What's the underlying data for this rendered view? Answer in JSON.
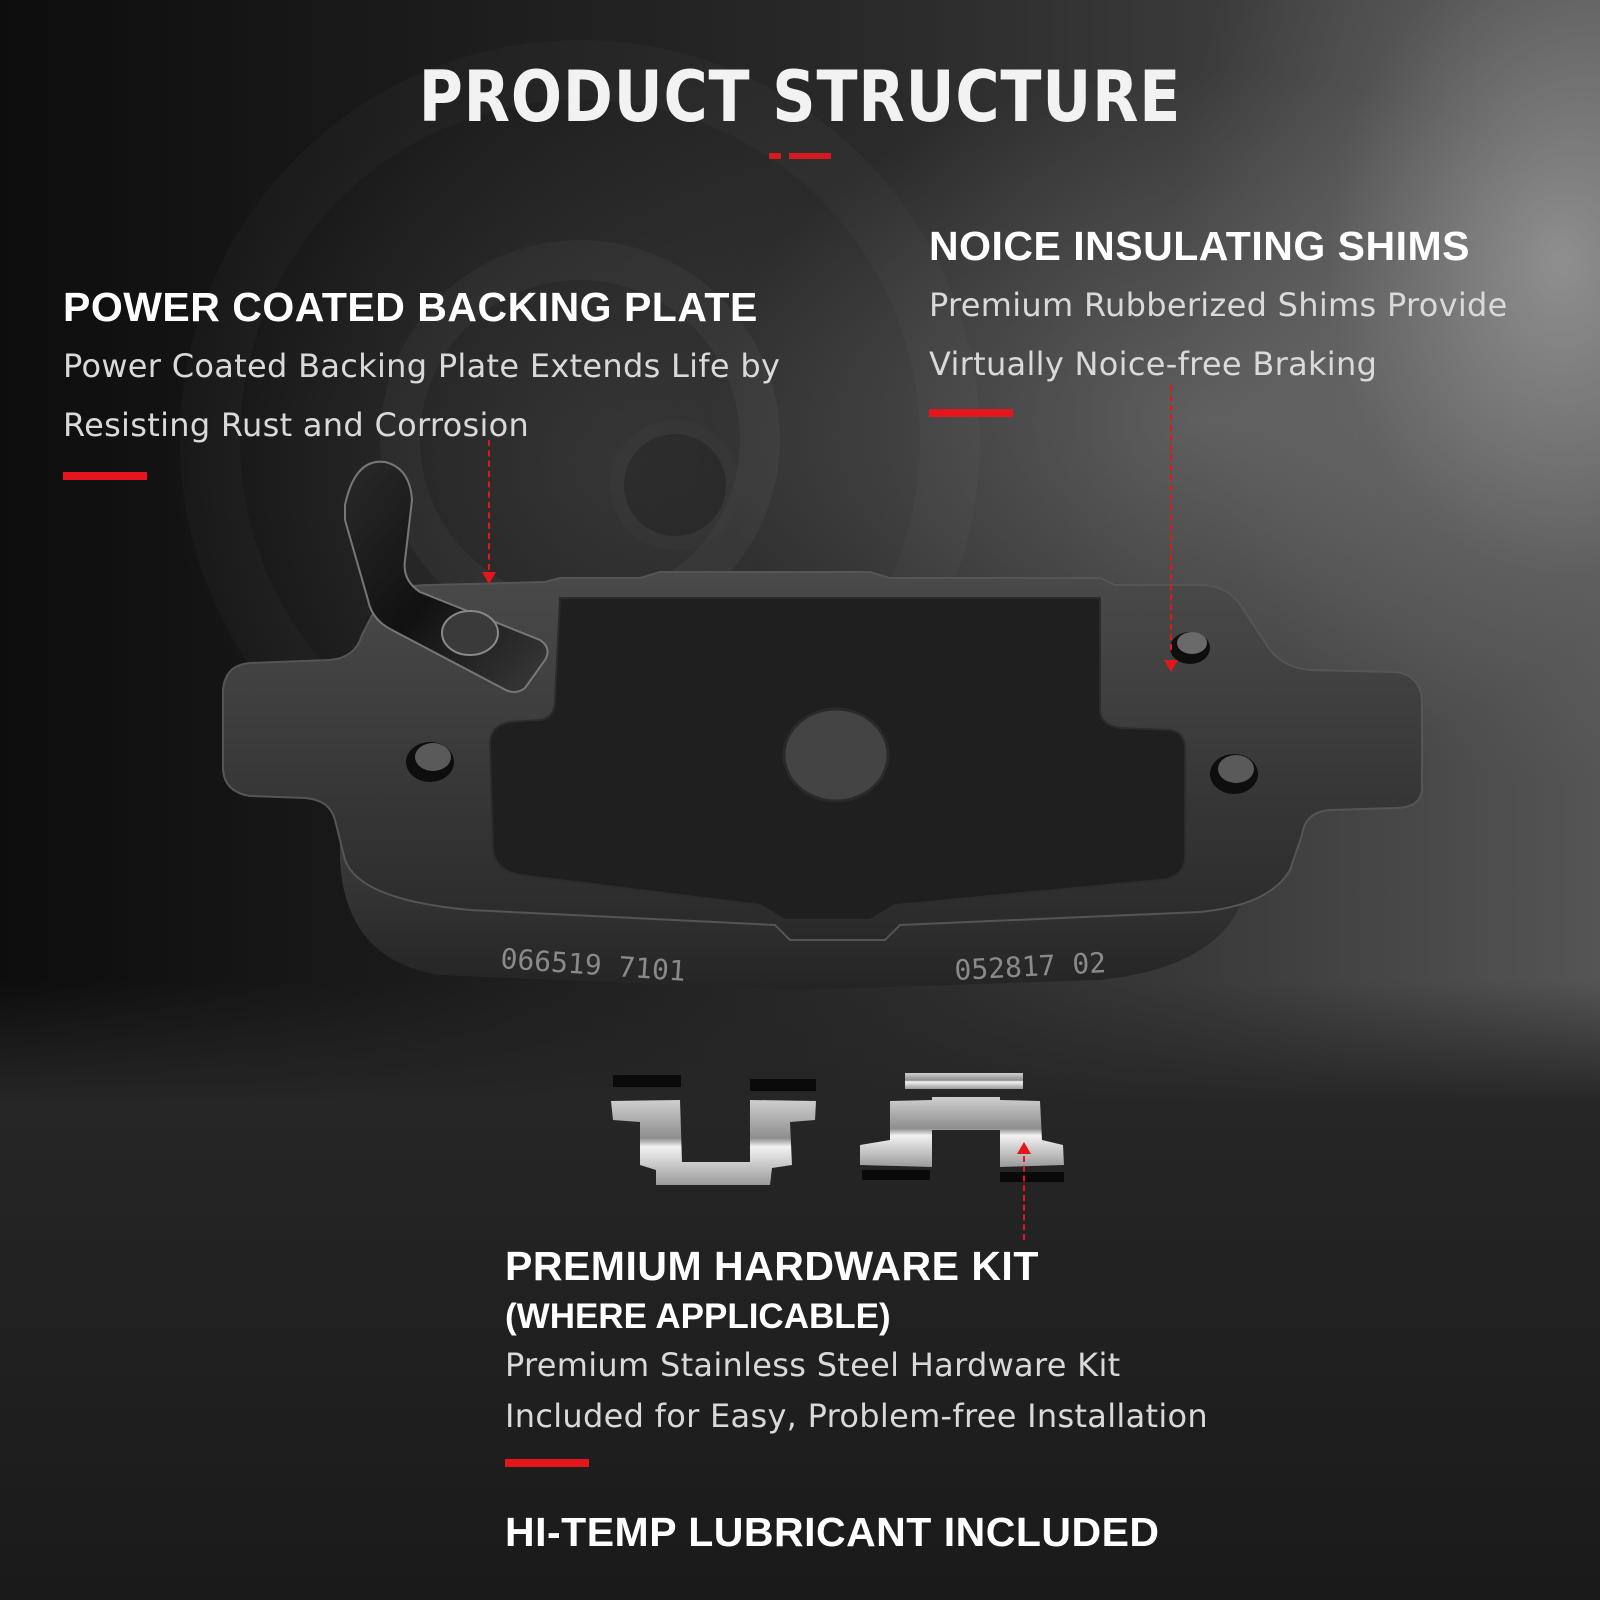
{
  "header": {
    "title": "PRODUCT STRUCTURE"
  },
  "features": {
    "backing_plate": {
      "title": "POWER COATED BACKING PLATE",
      "description_line1": "Power Coated Backing Plate Extends Life by",
      "description_line2": "Resisting Rust and Corrosion"
    },
    "shims": {
      "title": "NOICE INSULATING SHIMS",
      "description_line1": "Premium Rubberized Shims Provide",
      "description_line2": "Virtually Noice-free Braking"
    },
    "hardware_kit": {
      "title": "PREMIUM HARDWARE KIT",
      "subtitle": "(WHERE APPLICABLE)",
      "description_line1": "Premium Stainless Steel Hardware Kit",
      "description_line2": "Included for Easy, Problem-free Installation"
    },
    "lubricant": {
      "title": "HI-TEMP LUBRICANT INCLUDED"
    }
  },
  "product": {
    "stamp_left": "066519 7101",
    "stamp_right": "052817 02"
  },
  "colors": {
    "accent_red": "#e5151c",
    "title_text": "#f2f2f2",
    "body_text": "#d9d9d9",
    "background_dark": "#1c1c1c"
  },
  "icons": {
    "callout_arrow": "red-dashed-arrow"
  }
}
